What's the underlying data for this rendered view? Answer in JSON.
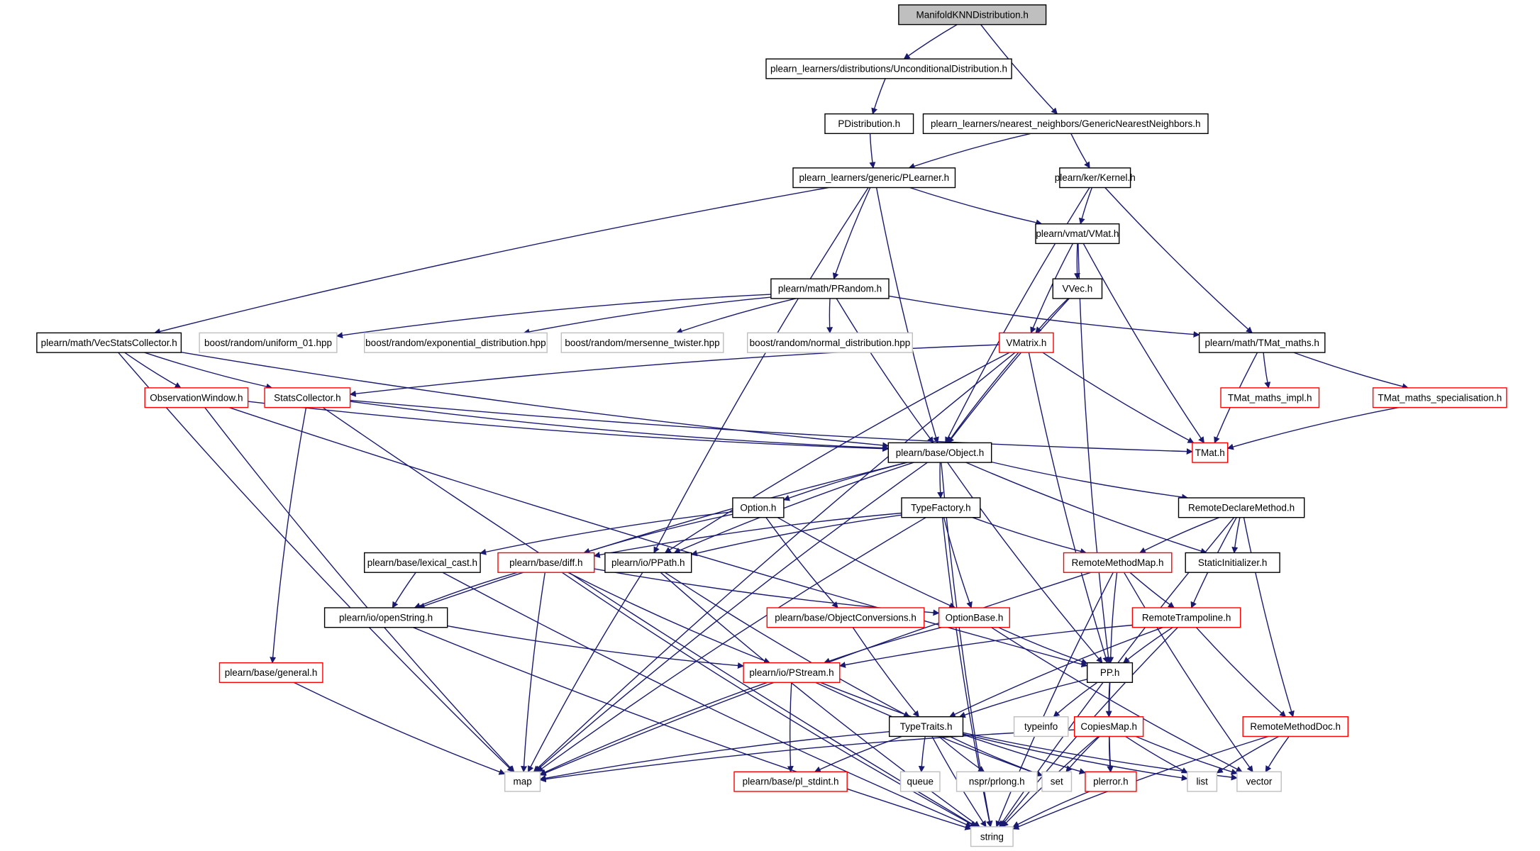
{
  "nodes": [
    {
      "id": "root",
      "label": "ManifoldKNNDistribution.h",
      "style": "root",
      "interactable": true
    },
    {
      "id": "uncond",
      "label": "plearn_learners/distributions/UnconditionalDistribution.h",
      "style": "black",
      "interactable": true
    },
    {
      "id": "pdist",
      "label": "PDistribution.h",
      "style": "black",
      "interactable": true
    },
    {
      "id": "gnn",
      "label": "plearn_learners/nearest_neighbors/GenericNearestNeighbors.h",
      "style": "black",
      "interactable": true
    },
    {
      "id": "plearner",
      "label": "plearn_learners/generic/PLearner.h",
      "style": "black",
      "interactable": true
    },
    {
      "id": "kernel",
      "label": "plearn/ker/Kernel.h",
      "style": "black",
      "interactable": true
    },
    {
      "id": "vmat",
      "label": "plearn/vmat/VMat.h",
      "style": "black",
      "interactable": true
    },
    {
      "id": "vvec",
      "label": "VVec.h",
      "style": "black",
      "interactable": true
    },
    {
      "id": "prandom",
      "label": "plearn/math/PRandom.h",
      "style": "black",
      "interactable": true
    },
    {
      "id": "vecstats",
      "label": "plearn/math/VecStatsCollector.h",
      "style": "black",
      "interactable": true
    },
    {
      "id": "uniform",
      "label": "boost/random/uniform_01.hpp",
      "style": "gray",
      "interactable": false
    },
    {
      "id": "expdist",
      "label": "boost/random/exponential_distribution.hpp",
      "style": "gray",
      "interactable": false
    },
    {
      "id": "mersenne",
      "label": "boost/random/mersenne_twister.hpp",
      "style": "gray",
      "interactable": false
    },
    {
      "id": "normdist",
      "label": "boost/random/normal_distribution.hpp",
      "style": "gray",
      "interactable": false
    },
    {
      "id": "vmatrix",
      "label": "VMatrix.h",
      "style": "red",
      "interactable": true
    },
    {
      "id": "tmatmaths",
      "label": "plearn/math/TMat_maths.h",
      "style": "black",
      "interactable": true
    },
    {
      "id": "obswin",
      "label": "ObservationWindow.h",
      "style": "red",
      "interactable": true
    },
    {
      "id": "statscol",
      "label": "StatsCollector.h",
      "style": "red",
      "interactable": true
    },
    {
      "id": "tmatimpl",
      "label": "TMat_maths_impl.h",
      "style": "red",
      "interactable": true
    },
    {
      "id": "tmatspec",
      "label": "TMat_maths_specialisation.h",
      "style": "red",
      "interactable": true
    },
    {
      "id": "object",
      "label": "plearn/base/Object.h",
      "style": "black",
      "interactable": true
    },
    {
      "id": "tmat",
      "label": "TMat.h",
      "style": "red",
      "interactable": true
    },
    {
      "id": "option",
      "label": "Option.h",
      "style": "black",
      "interactable": true
    },
    {
      "id": "typefactory",
      "label": "TypeFactory.h",
      "style": "black",
      "interactable": true
    },
    {
      "id": "rdm",
      "label": "RemoteDeclareMethod.h",
      "style": "black",
      "interactable": true
    },
    {
      "id": "lexcast",
      "label": "plearn/base/lexical_cast.h",
      "style": "black",
      "interactable": true
    },
    {
      "id": "diff",
      "label": "plearn/base/diff.h",
      "style": "red",
      "interactable": true
    },
    {
      "id": "ppath",
      "label": "plearn/io/PPath.h",
      "style": "black",
      "interactable": true
    },
    {
      "id": "rmm",
      "label": "RemoteMethodMap.h",
      "style": "red",
      "interactable": true
    },
    {
      "id": "staticinit",
      "label": "StaticInitializer.h",
      "style": "black",
      "interactable": true
    },
    {
      "id": "openstring",
      "label": "plearn/io/openString.h",
      "style": "black",
      "interactable": true
    },
    {
      "id": "objconv",
      "label": "plearn/base/ObjectConversions.h",
      "style": "red",
      "interactable": true
    },
    {
      "id": "optionbase",
      "label": "OptionBase.h",
      "style": "red",
      "interactable": true
    },
    {
      "id": "rtramp",
      "label": "RemoteTrampoline.h",
      "style": "red",
      "interactable": true
    },
    {
      "id": "general",
      "label": "plearn/base/general.h",
      "style": "red",
      "interactable": true
    },
    {
      "id": "pstream",
      "label": "plearn/io/PStream.h",
      "style": "red",
      "interactable": true
    },
    {
      "id": "pp",
      "label": "PP.h",
      "style": "black",
      "interactable": true
    },
    {
      "id": "typeinfo",
      "label": "typeinfo",
      "style": "gray",
      "interactable": false
    },
    {
      "id": "copiesmap",
      "label": "CopiesMap.h",
      "style": "red",
      "interactable": true
    },
    {
      "id": "typetraits",
      "label": "TypeTraits.h",
      "style": "black",
      "interactable": true
    },
    {
      "id": "rmdoc",
      "label": "RemoteMethodDoc.h",
      "style": "red",
      "interactable": true
    },
    {
      "id": "map",
      "label": "map",
      "style": "gray",
      "interactable": false
    },
    {
      "id": "plstdint",
      "label": "plearn/base/pl_stdint.h",
      "style": "red",
      "interactable": true
    },
    {
      "id": "queue",
      "label": "queue",
      "style": "gray",
      "interactable": false
    },
    {
      "id": "nspr",
      "label": "nspr/prlong.h",
      "style": "gray",
      "interactable": false
    },
    {
      "id": "set",
      "label": "set",
      "style": "gray",
      "interactable": false
    },
    {
      "id": "plerror",
      "label": "plerror.h",
      "style": "red",
      "interactable": true
    },
    {
      "id": "list",
      "label": "list",
      "style": "gray",
      "interactable": false
    },
    {
      "id": "vector",
      "label": "vector",
      "style": "gray",
      "interactable": false
    },
    {
      "id": "string",
      "label": "string",
      "style": "gray",
      "interactable": false
    }
  ],
  "edges": [
    [
      "root",
      "uncond"
    ],
    [
      "root",
      "gnn"
    ],
    [
      "uncond",
      "pdist"
    ],
    [
      "pdist",
      "plearner"
    ],
    [
      "gnn",
      "plearner"
    ],
    [
      "gnn",
      "kernel"
    ],
    [
      "plearner",
      "vecstats"
    ],
    [
      "plearner",
      "prandom"
    ],
    [
      "plearner",
      "object"
    ],
    [
      "plearner",
      "vmat"
    ],
    [
      "plearner",
      "ppath"
    ],
    [
      "kernel",
      "vmat"
    ],
    [
      "kernel",
      "tmatmaths"
    ],
    [
      "kernel",
      "object"
    ],
    [
      "vmat",
      "vvec"
    ],
    [
      "vmat",
      "vmatrix"
    ],
    [
      "vmat",
      "tmat"
    ],
    [
      "vmat",
      "pp"
    ],
    [
      "vvec",
      "vmatrix"
    ],
    [
      "vvec",
      "object"
    ],
    [
      "prandom",
      "uniform"
    ],
    [
      "prandom",
      "expdist"
    ],
    [
      "prandom",
      "mersenne"
    ],
    [
      "prandom",
      "normdist"
    ],
    [
      "prandom",
      "tmatmaths"
    ],
    [
      "prandom",
      "object"
    ],
    [
      "vecstats",
      "obswin"
    ],
    [
      "vecstats",
      "statscol"
    ],
    [
      "vecstats",
      "object"
    ],
    [
      "vecstats",
      "map"
    ],
    [
      "vmatrix",
      "statscol"
    ],
    [
      "vmatrix",
      "object"
    ],
    [
      "vmatrix",
      "tmat"
    ],
    [
      "vmatrix",
      "map"
    ],
    [
      "vmatrix",
      "ppath"
    ],
    [
      "vmatrix",
      "pp"
    ],
    [
      "tmatmaths",
      "tmatimpl"
    ],
    [
      "tmatmaths",
      "tmatspec"
    ],
    [
      "tmatmaths",
      "tmat"
    ],
    [
      "tmatspec",
      "tmat"
    ],
    [
      "obswin",
      "object"
    ],
    [
      "obswin",
      "pp"
    ],
    [
      "obswin",
      "map"
    ],
    [
      "statscol",
      "object"
    ],
    [
      "statscol",
      "tmat"
    ],
    [
      "statscol",
      "general"
    ],
    [
      "statscol",
      "string"
    ],
    [
      "object",
      "option"
    ],
    [
      "object",
      "typefactory"
    ],
    [
      "object",
      "rdm"
    ],
    [
      "object",
      "staticinit"
    ],
    [
      "object",
      "ppath"
    ],
    [
      "object",
      "openstring"
    ],
    [
      "object",
      "map"
    ],
    [
      "object",
      "pp"
    ],
    [
      "object",
      "string"
    ],
    [
      "option",
      "lexcast"
    ],
    [
      "option",
      "diff"
    ],
    [
      "option",
      "objconv"
    ],
    [
      "option",
      "optionbase"
    ],
    [
      "typefactory",
      "diff"
    ],
    [
      "typefactory",
      "ppath"
    ],
    [
      "typefactory",
      "rmm"
    ],
    [
      "typefactory",
      "optionbase"
    ],
    [
      "typefactory",
      "map"
    ],
    [
      "typefactory",
      "string"
    ],
    [
      "rdm",
      "rmm"
    ],
    [
      "rdm",
      "staticinit"
    ],
    [
      "rdm",
      "rtramp"
    ],
    [
      "rdm",
      "rmdoc"
    ],
    [
      "rdm",
      "string"
    ],
    [
      "lexcast",
      "openstring"
    ],
    [
      "lexcast",
      "string"
    ],
    [
      "diff",
      "openstring"
    ],
    [
      "diff",
      "pstream"
    ],
    [
      "diff",
      "optionbase"
    ],
    [
      "diff",
      "map"
    ],
    [
      "diff",
      "string"
    ],
    [
      "ppath",
      "typetraits"
    ],
    [
      "ppath",
      "map"
    ],
    [
      "ppath",
      "string"
    ],
    [
      "rmm",
      "rtramp"
    ],
    [
      "rmm",
      "pp"
    ],
    [
      "rmm",
      "map"
    ],
    [
      "rmm",
      "vector"
    ],
    [
      "rmm",
      "string"
    ],
    [
      "openstring",
      "pstream"
    ],
    [
      "openstring",
      "string"
    ],
    [
      "objconv",
      "typetraits"
    ],
    [
      "optionbase",
      "pstream"
    ],
    [
      "optionbase",
      "pp"
    ],
    [
      "optionbase",
      "vector"
    ],
    [
      "rtramp",
      "pp"
    ],
    [
      "rtramp",
      "typetraits"
    ],
    [
      "rtramp",
      "rmdoc"
    ],
    [
      "rtramp",
      "pstream"
    ],
    [
      "rtramp",
      "string"
    ],
    [
      "general",
      "map"
    ],
    [
      "pstream",
      "plstdint"
    ],
    [
      "pstream",
      "map"
    ],
    [
      "pstream",
      "set"
    ],
    [
      "pstream",
      "plerror"
    ],
    [
      "pp",
      "typeinfo"
    ],
    [
      "pp",
      "copiesmap"
    ],
    [
      "pp",
      "typetraits"
    ],
    [
      "pp",
      "plerror"
    ],
    [
      "copiesmap",
      "map"
    ],
    [
      "copiesmap",
      "set"
    ],
    [
      "copiesmap",
      "plerror"
    ],
    [
      "copiesmap",
      "list"
    ],
    [
      "copiesmap",
      "vector"
    ],
    [
      "copiesmap",
      "string"
    ],
    [
      "typetraits",
      "map"
    ],
    [
      "typetraits",
      "plstdint"
    ],
    [
      "typetraits",
      "queue"
    ],
    [
      "typetraits",
      "nspr"
    ],
    [
      "typetraits",
      "set"
    ],
    [
      "typetraits",
      "list"
    ],
    [
      "typetraits",
      "vector"
    ],
    [
      "typetraits",
      "string"
    ],
    [
      "rmdoc",
      "list"
    ],
    [
      "rmdoc",
      "vector"
    ],
    [
      "rmdoc",
      "string"
    ],
    [
      "plerror",
      "string"
    ]
  ]
}
